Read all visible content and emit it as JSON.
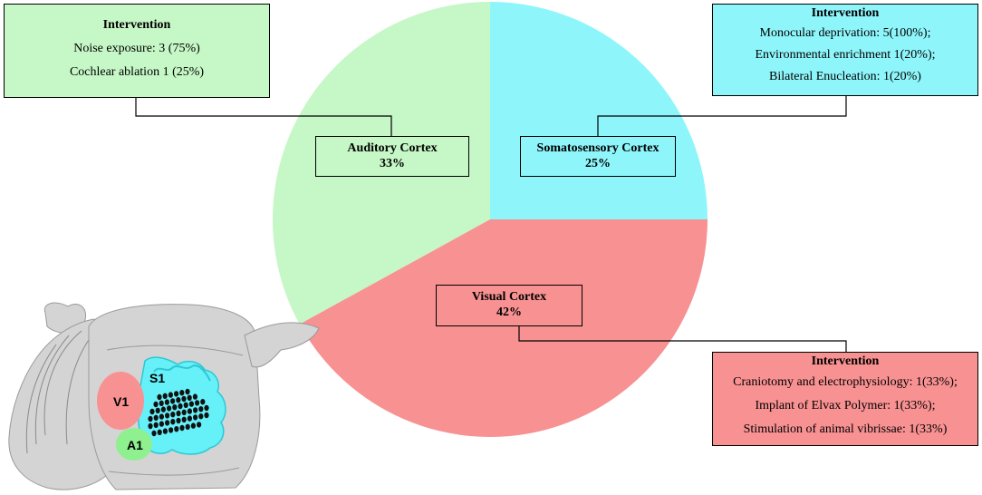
{
  "chart_data": {
    "type": "pie",
    "title": "",
    "slices": [
      {
        "label": "Auditory Cortex",
        "value": 33,
        "value_text": "33%",
        "color": "#c6f7c6"
      },
      {
        "label": "Somatosensory Cortex",
        "value": 25,
        "value_text": "25%",
        "color": "#8ef6fb"
      },
      {
        "label": "Visual Cortex",
        "value": 42,
        "value_text": "42%",
        "color": "#f89192"
      }
    ]
  },
  "interventions": {
    "auditory": {
      "title": "Intervention",
      "lines": [
        "Noise exposure: 3 (75%)",
        "Cochlear ablation 1 (25%)"
      ],
      "color": "#c6f7c6"
    },
    "somatosensory": {
      "title": "Intervention",
      "lines": [
        "Monocular deprivation: 5(100%);",
        "Environmental  enrichment 1(20%);",
        "Bilateral Enucleation: 1(20%)"
      ],
      "color": "#8ef6fb"
    },
    "visual": {
      "title": "Intervention",
      "lines": [
        "Craniotomy and electrophysiology: 1(33%);",
        "Implant of Elvax Polymer: 1(33%);",
        "Stimulation of  animal vibrissae: 1(33%)"
      ],
      "color": "#f89192"
    }
  },
  "brain": {
    "v1_label": "V1",
    "s1_label": "S1",
    "a1_label": "A1",
    "colors": {
      "v1": "#f89192",
      "s1": "#66f0f8",
      "a1": "#8ef08e",
      "brain": "#d4d4d4"
    }
  }
}
